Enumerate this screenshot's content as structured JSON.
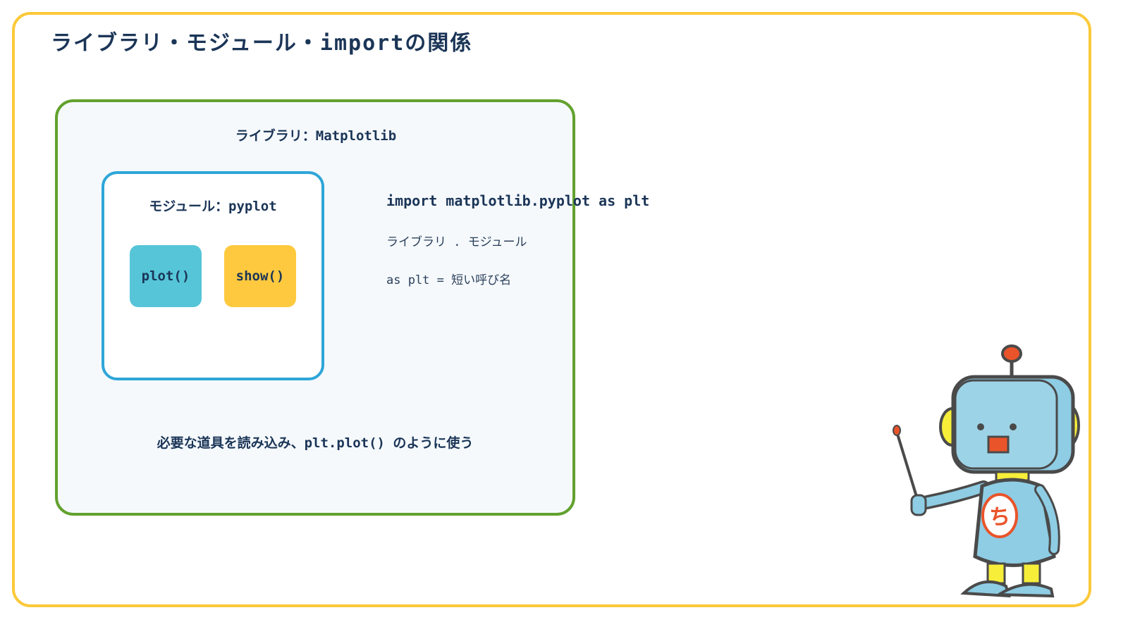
{
  "title": "ライブラリ・モジュール・importの関係",
  "library": {
    "label": "ライブラリ：Matplotlib"
  },
  "module": {
    "label": "モジュール：pyplot"
  },
  "functions": [
    "plot()",
    "show()"
  ],
  "code": {
    "line": "import matplotlib.pyplot as plt",
    "note_library_module": "ライブラリ . モジュール",
    "note_alias": "as plt = 短い呼び名"
  },
  "caption": "必要な道具を読み込み、plt.plot() のように使う",
  "mascot": {
    "chest_glyph": "ち"
  },
  "colors": {
    "frame": "#fcc93a",
    "library_border": "#62a12e",
    "module_border": "#2ea6d8",
    "plot_fill": "#56c5d8",
    "show_fill": "#fec93f",
    "text": "#1b3557"
  }
}
